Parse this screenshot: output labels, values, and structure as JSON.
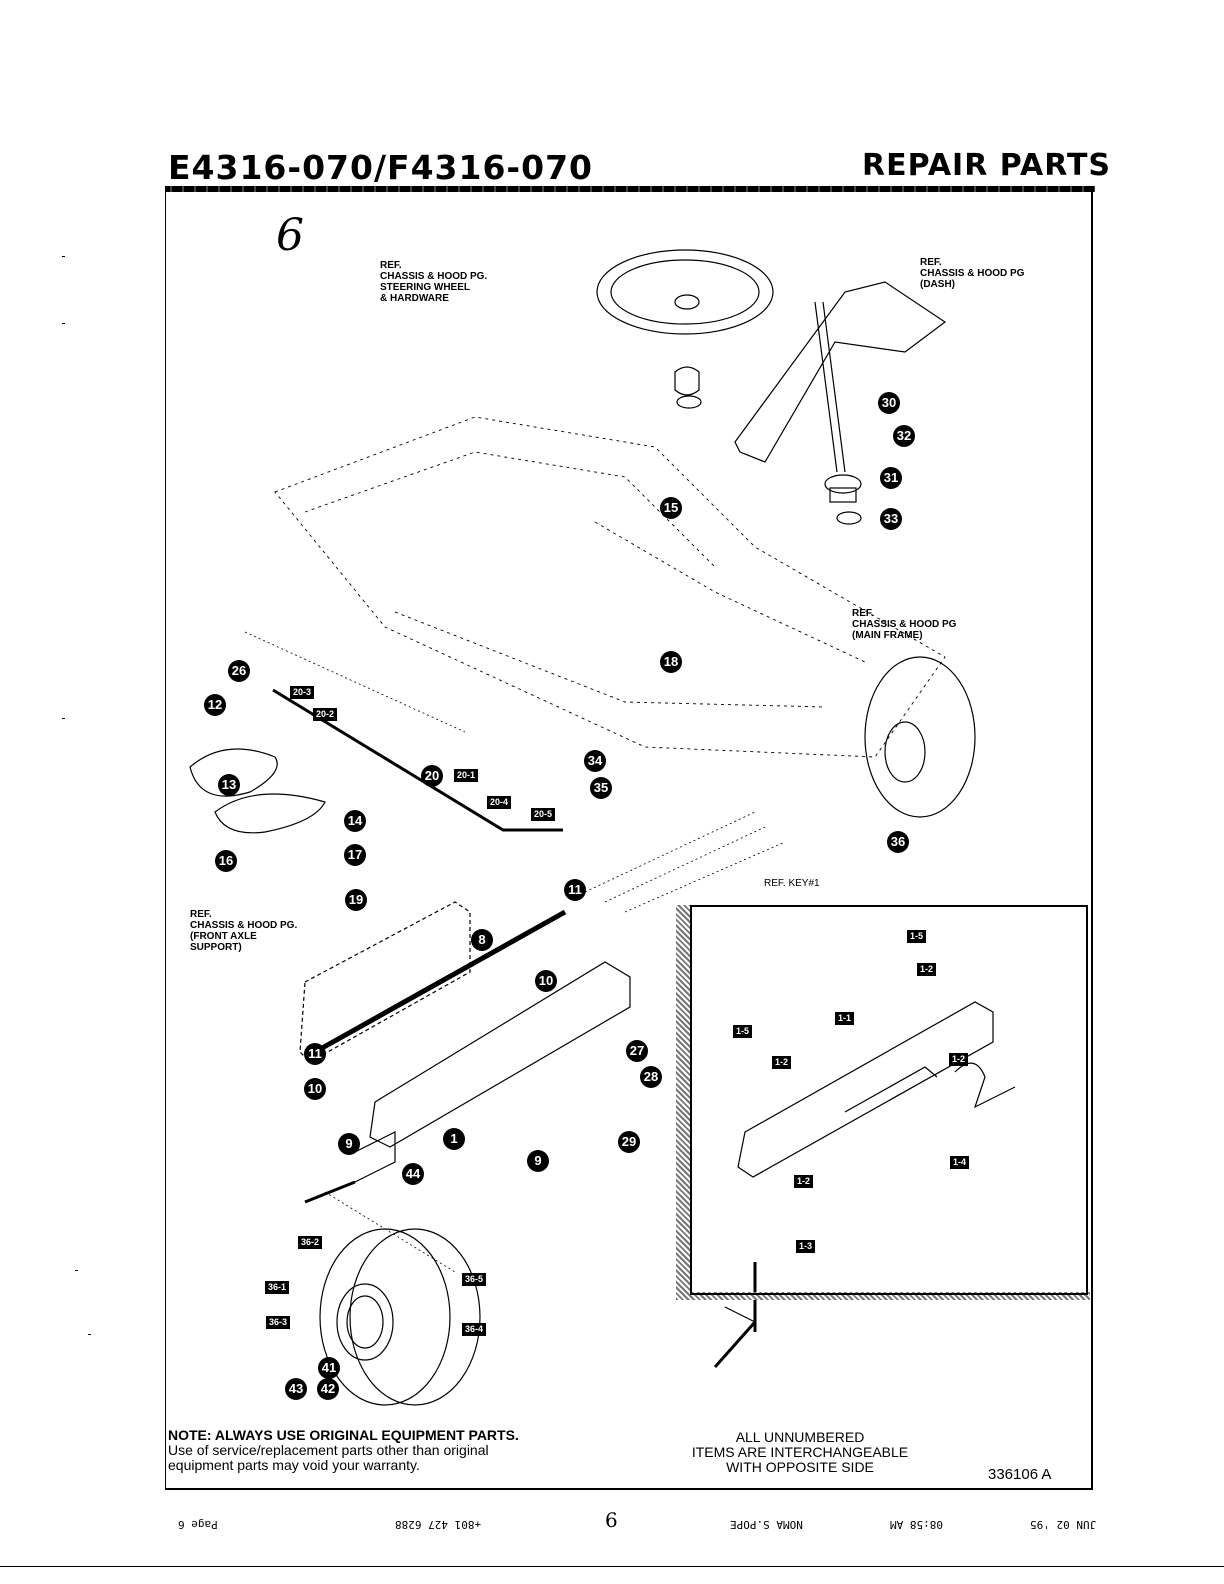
{
  "header": {
    "model_numbers": "E4316-070/F4316-070",
    "section_title": "REPAIR PARTS"
  },
  "handwritten_page_mark": "6",
  "reference_notes": {
    "steering_wheel": "REF.\nCHASSIS & HOOD PG.\nSTEERING WHEEL\n& HARDWARE",
    "dash": "REF.\nCHASSIS & HOOD PG\n(DASH)",
    "main_frame": "REF.\nCHASSIS & HOOD PG\n(MAIN FRAME)",
    "front_axle_support": "REF.\nCHASSIS & HOOD PG.\n(FRONT AXLE\nSUPPORT)",
    "ref_key": "REF. KEY#1"
  },
  "key_numbers": [
    "1",
    "8",
    "9",
    "9",
    "10",
    "10",
    "11",
    "11",
    "12",
    "13",
    "14",
    "15",
    "16",
    "17",
    "18",
    "19",
    "20",
    "26",
    "27",
    "28",
    "29",
    "30",
    "31",
    "32",
    "33",
    "34",
    "35",
    "36",
    "41",
    "42",
    "43",
    "44"
  ],
  "sub_part_tags": {
    "steering_linkage": [
      "20-1",
      "20-2",
      "20-3",
      "20-4",
      "20-5"
    ],
    "wheel": [
      "36-1",
      "36-2",
      "36-3",
      "36-4",
      "36-5"
    ],
    "axle_inset": [
      "1-1",
      "1-2",
      "1-2",
      "1-2",
      "1-2",
      "1-3",
      "1-4",
      "1-5",
      "1-5"
    ]
  },
  "footer": {
    "note_heading": "NOTE: ALWAYS USE ORIGINAL EQUIPMENT PARTS.",
    "note_body_1": "Use of service/replacement parts other than original",
    "note_body_2": "equipment parts may void your warranty.",
    "interchange_1": "ALL UNNUMBERED",
    "interchange_2": "ITEMS ARE INTERCHANGEABLE",
    "interchange_3": "WITH OPPOSITE SIDE",
    "document_number": "336106 A"
  },
  "fax_header": {
    "date": "JUN 02 '95",
    "time": "08:58 AM",
    "sender": "NOMA S.POPE",
    "phone": "+801 427 6288",
    "handwritten": "6",
    "page": "Page 6"
  }
}
